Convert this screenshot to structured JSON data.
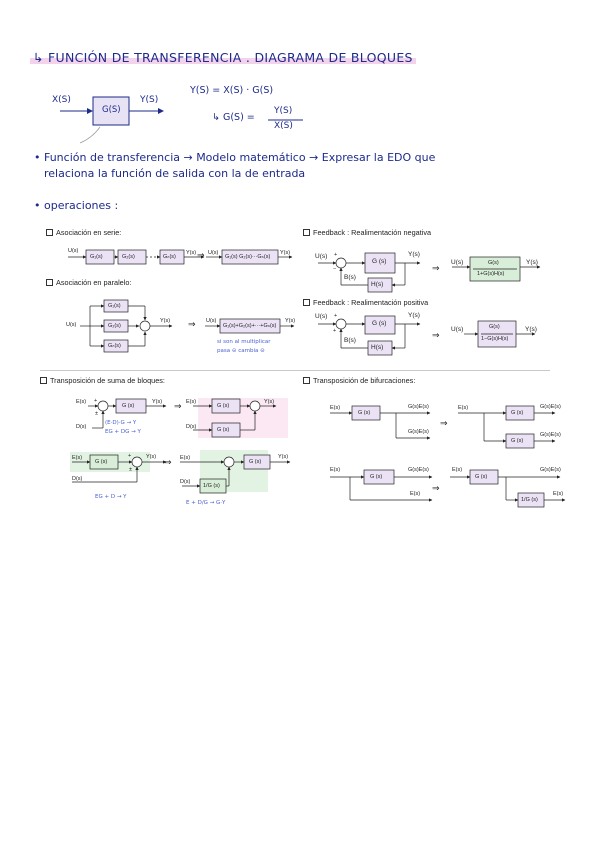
{
  "header": {
    "title": "↳ FUNCIÓN DE TRANSFERENCIA . DIAGRAMA DE BLOQUES",
    "diagram": {
      "input": "X(S)",
      "output": "Y(S)",
      "block": "G(S)"
    },
    "eq1": "Y(S) = X(S) · G(S)",
    "eq2_prefix": "↳ G(S) =",
    "eq2_num": "Y(S)",
    "eq2_den": "X(S)"
  },
  "notes": {
    "line1": "• Función de transferencia → Modelo matemático → Expresar la EDO que",
    "line2": "relaciona la función de salida con la de entrada",
    "operaciones": "• operaciones :"
  },
  "sections": {
    "serie": "Asociación en serie:",
    "paralelo": "Asociación en paralelo:",
    "fb_neg": "Feedback : Realimentación negativa",
    "fb_pos": "Feedback : Realimentación positiva",
    "suma": "Transposición de suma de bloques:",
    "bifurc": "Transposición de bifurcaciones:"
  },
  "serie": {
    "u": "U(s)",
    "g1": "G₁(s)",
    "g2": "G₂(s)",
    "gn": "Gₙ(s)",
    "y": "Y(s)",
    "res": "G₁(s) G₂(s)···Gₙ(s)",
    "u2": "U(s)",
    "y2": "Y(s)",
    "arrow": "⇒"
  },
  "paralelo": {
    "u": "U(s)",
    "g1": "G₁(s)",
    "g2": "G₂(s)",
    "gn": "Gₙ(s)",
    "y": "Y(s)",
    "res": "G₁(s)+G₂(s)+···+Gₙ(s)",
    "u2": "U(s)",
    "y2": "Y(s)",
    "arrow": "⇒",
    "note1": "si son al multiplicar",
    "note2": "pasa ⊝ cambia ⊝"
  },
  "fb_neg": {
    "u": "U(s)",
    "g": "G (s)",
    "h": "H(s)",
    "y": "Y(s)",
    "b": "B(s)",
    "plus": "+",
    "minus": "−",
    "arrow": "⇒",
    "res_num": "G(s)",
    "res_den": "1+G(s)H(s)",
    "u2": "U(s)",
    "y2": "Y(s)"
  },
  "fb_pos": {
    "u": "U(s)",
    "g": "G (s)",
    "h": "H(s)",
    "y": "Y(s)",
    "b": "B(s)",
    "plus": "+",
    "plus2": "+",
    "arrow": "⇒",
    "res_num": "G(s)",
    "res_den": "1−G(s)H(s)",
    "u2": "U(s)",
    "y2": "Y(s)"
  },
  "suma1": {
    "e": "E(s)",
    "d": "D(s)",
    "g": "G (s)",
    "y": "Y(s)",
    "plus": "+",
    "pm": "±",
    "arrow": "⇒",
    "e2": "E(s)",
    "d2": "D(s)",
    "g2a": "G (s)",
    "g2b": "G (s)",
    "y2": "Y(s)",
    "note1": "(E·D)·G → Y",
    "note2": "EG + DG → Y"
  },
  "suma2": {
    "e": "E(s)",
    "d": "D(s)",
    "g": "G (s)",
    "y": "Y(s)",
    "plus": "+",
    "pm": "±",
    "arrow": "⇒",
    "e2": "E(s)",
    "d2": "D(s)",
    "g2": "G (s)",
    "inv": "1/G (s)",
    "y2": "Y(s)",
    "note1": "EG + D → Y",
    "note2": "E + D/G → G·Y"
  },
  "bif1": {
    "e": "E(s)",
    "g": "G (s)",
    "o1": "G(s)E(s)",
    "o2": "G(s)E(s)",
    "arrow": "⇒",
    "e2": "E(s)",
    "g2a": "G (s)",
    "g2b": "G (s)",
    "p1": "G(s)E(s)",
    "p2": "G(s)E(s)"
  },
  "bif2": {
    "e": "E(s)",
    "g": "G (s)",
    "o1": "G(s)E(s)",
    "o2": "E(s)",
    "arrow": "⇒",
    "e2": "E(s)",
    "g2": "G (s)",
    "inv": "1/G (s)",
    "p1": "G(s)E(s)",
    "p2": "E(s)"
  }
}
